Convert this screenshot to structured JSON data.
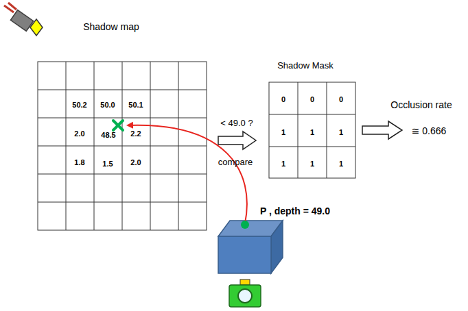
{
  "diagram": {
    "labels": [
      "Shadow map",
      "50.2",
      "50.0",
      "50.1",
      "2.0",
      "48.5",
      "2.2",
      "1.8",
      "1.5",
      "2.0",
      "< 49.0 ?",
      "compare",
      "Shadow Mask",
      "0",
      "0",
      "0",
      "1",
      "1",
      "1",
      "1",
      "1",
      "1",
      "Occlusion rate",
      "≅ 0.666",
      "P , depth = 49.0"
    ]
  }
}
